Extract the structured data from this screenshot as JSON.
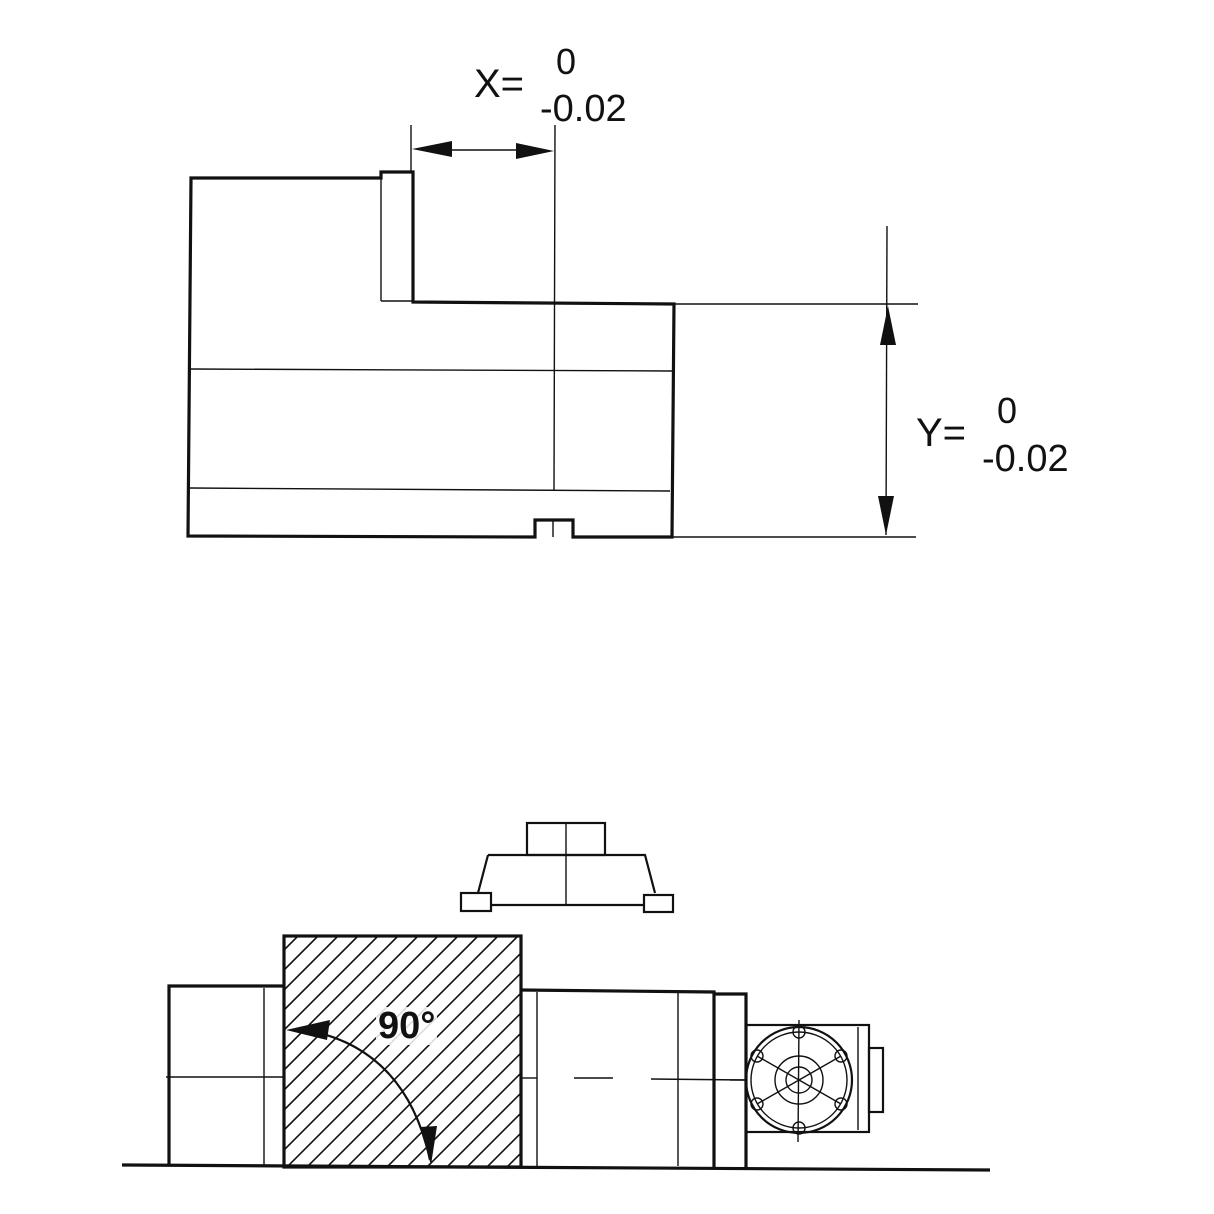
{
  "figure": {
    "top_view": {
      "title": "Part front view with X/Y tolerance dimensions",
      "x_dimension": {
        "label": "X=",
        "upper_tolerance": "0",
        "lower_tolerance": "-0.02"
      },
      "y_dimension": {
        "label": "Y=",
        "upper_tolerance": "0",
        "lower_tolerance": "-0.02"
      }
    },
    "bottom_view": {
      "title": "Fixture assembly with indexing head",
      "angle_annotation": "90°",
      "components": [
        "clamp-top",
        "left-block",
        "hatched-workpiece",
        "spindle-body",
        "indexing-head-disc",
        "base-line"
      ]
    },
    "colors": {
      "line": "#111111",
      "background": "#ffffff"
    }
  }
}
